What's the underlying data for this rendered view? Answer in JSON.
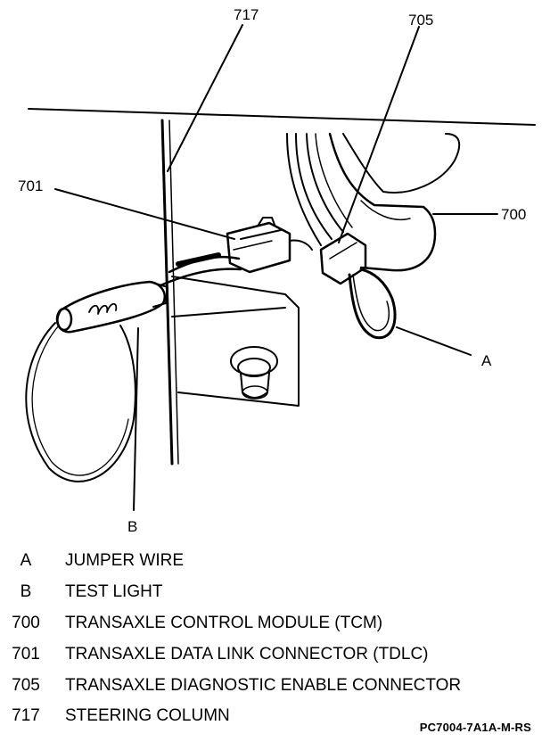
{
  "callouts": {
    "c717": "717",
    "c705": "705",
    "c701": "701",
    "c700": "700",
    "cA": "A",
    "cB": "B"
  },
  "legend": [
    {
      "key": "A",
      "text": "JUMPER WIRE"
    },
    {
      "key": "B",
      "text": "TEST LIGHT"
    },
    {
      "key": "700",
      "text": "TRANSAXLE CONTROL MODULE (TCM)"
    },
    {
      "key": "701",
      "text": "TRANSAXLE DATA LINK CONNECTOR (TDLC)"
    },
    {
      "key": "705",
      "text": "TRANSAXLE DIAGNOSTIC ENABLE CONNECTOR"
    },
    {
      "key": "717",
      "text": "STEERING COLUMN"
    }
  ],
  "part_code": "PC7004-7A1A-M-RS"
}
